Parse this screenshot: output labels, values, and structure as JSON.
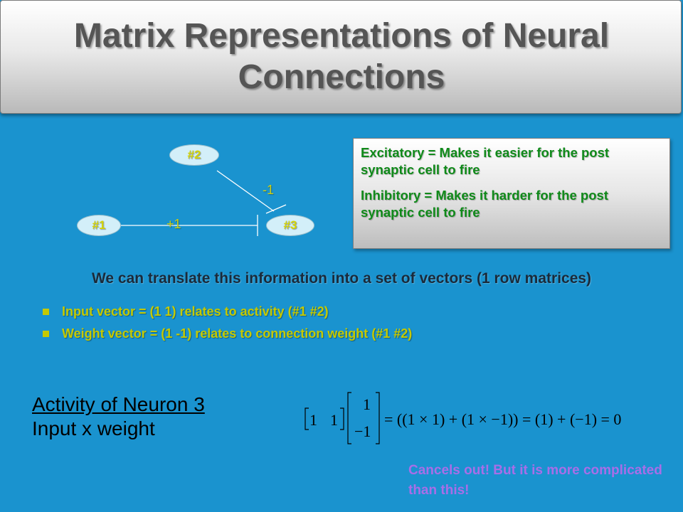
{
  "slide": {
    "title_line1": "Matrix Representations of Neural",
    "title_line2": "Connections"
  },
  "diagram": {
    "neurons": [
      {
        "id": "#1"
      },
      {
        "id": "#2"
      },
      {
        "id": "#3"
      }
    ],
    "weights": [
      {
        "label": "+1"
      },
      {
        "label": "-1"
      }
    ]
  },
  "definitions": {
    "excitatory": "Excitatory = Makes it easier for the post synaptic cell to fire",
    "inhibitory": "Inhibitory = Makes it harder for the post synaptic cell to fire"
  },
  "translate_text": "We can translate this information into a set of vectors (1 row matrices)",
  "bullets": [
    "Input vector = (1 1) relates to activity (#1 #2)",
    "Weight vector = (1 -1) relates to connection weight (#1 #2)"
  ],
  "activity": {
    "heading": "Activity of Neuron 3",
    "subheading": "Input x weight"
  },
  "equation": {
    "row_a": "1",
    "row_b": "1",
    "col_top": "1",
    "col_bottom": "−1",
    "rhs": "= ((1 × 1) + (1 × −1)) = (1) + (−1) = 0"
  },
  "note": "Cancels out! But it is more complicated than this!",
  "colors": {
    "background": "#1a93cf",
    "neuron_text": "#d3d309",
    "definition_text": "#108a1a",
    "bullet_text": "#c5c900",
    "note_text": "#a86ee8"
  }
}
